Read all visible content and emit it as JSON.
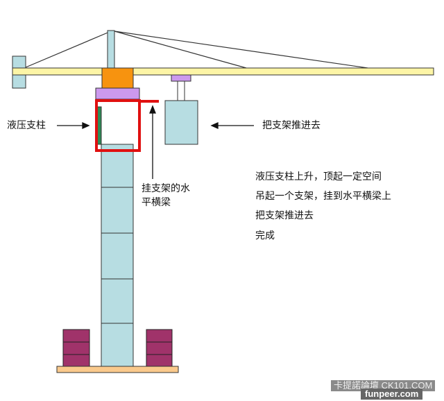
{
  "labels": {
    "hydraulic_column": "液压支柱",
    "push_bracket": "把支架推进去",
    "hang_beam_line1": "挂支架的水",
    "hang_beam_line2": "平横梁"
  },
  "steps": [
    "液压支柱上升，顶起一定空间",
    "吊起一个支架，挂到水平横梁上",
    "把支架推进去",
    "完成"
  ],
  "watermark": {
    "line1": "卡提諾論壇 CK101.COM",
    "line2": "funpeer.com"
  },
  "colors": {
    "boom": "#fdf5a6",
    "mast": "#b7dde2",
    "slewing": "#f7930f",
    "turntable": "#cc99ee",
    "hydraulic": "#2e8b57",
    "highlight": "#e01010",
    "counterweight": "#a0336a",
    "base": "#fac98c"
  }
}
